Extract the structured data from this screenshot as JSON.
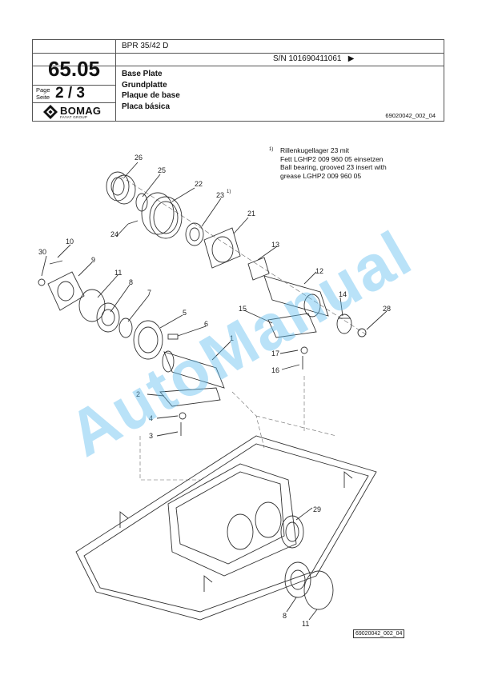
{
  "header": {
    "model": "BPR 35/42 D",
    "serial": "S/N 101690411061",
    "serial_arrow": "▶",
    "section": "65.05",
    "page_label_1": "Page",
    "page_label_2": "Seite",
    "page_number": "2 / 3",
    "brand": "BOMAG",
    "brand_sub": "FAYAT GROUP",
    "title_en": "Base Plate",
    "title_de": "Grundplatte",
    "title_fr": "Plaque de base",
    "title_es": "Placa básica",
    "doc_ref": "69020042_002_04"
  },
  "note": {
    "marker": "1)",
    "lines": [
      "Rillenkugellager 23 mit",
      "Fett LGHP2 009 960 05 einsetzen",
      "Ball bearing, grooved 23 insert  with",
      "grease LGHP2 009 960 05"
    ]
  },
  "callouts": {
    "c1": "1",
    "c2": "2",
    "c3": "3",
    "c4": "4",
    "c5": "5",
    "c6": "6",
    "c7": "7",
    "c8a": "8",
    "c8b": "8",
    "c9": "9",
    "c10": "10",
    "c11a": "11",
    "c11b": "11",
    "c12": "12",
    "c13": "13",
    "c14": "14",
    "c15": "15",
    "c16": "16",
    "c17": "17",
    "c21": "21",
    "c22": "22",
    "c23": "23",
    "c23note": "1)",
    "c24": "24",
    "c25": "25",
    "c26": "26",
    "c28": "28",
    "c29": "29",
    "c30": "30"
  },
  "footer_ref": "69020042_002_04",
  "watermark": "AutoManual"
}
